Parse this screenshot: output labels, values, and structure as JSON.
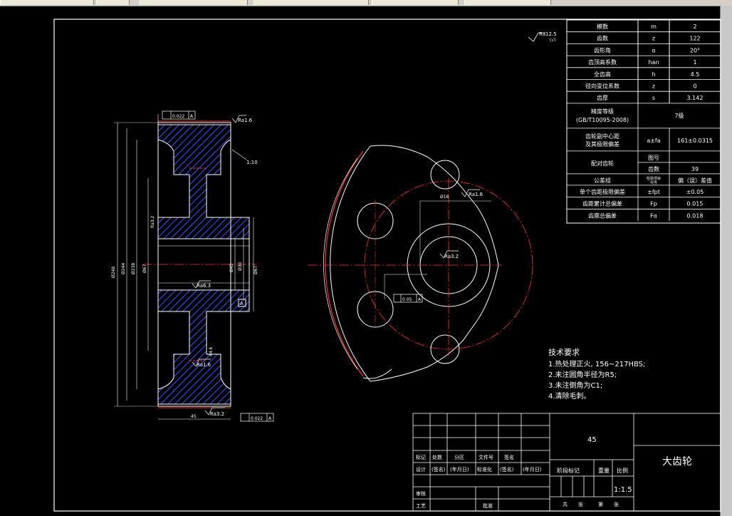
{
  "params": [
    {
      "name": "模数",
      "sym": "m",
      "val": "2"
    },
    {
      "name": "齿数",
      "sym": "z",
      "val": "122"
    },
    {
      "name": "齿形角",
      "sym": "α",
      "val": "20°"
    },
    {
      "name": "齿顶高系数",
      "sym": "han",
      "val": "1"
    },
    {
      "name": "全齿高",
      "sym": "h",
      "val": "4.5"
    },
    {
      "name": "径向变位系数",
      "sym": "z",
      "val": "0"
    },
    {
      "name": "齿厚",
      "sym": "s",
      "val": "3.142"
    }
  ],
  "accuracy": {
    "name": "精度等级",
    "std": "(GB/T10095-2008)",
    "val": "7级"
  },
  "center": {
    "name1": "齿轮副中心距",
    "name2": "及其极限偏差",
    "sym": "a±fa",
    "val": "161±0.0315"
  },
  "mating": {
    "name": "配对齿轮",
    "sub1": "图号",
    "sub2": "齿数",
    "val2": "39"
  },
  "tolerance": {
    "name": "公差组",
    "c2": "检验项目",
    "c3": "代号",
    "c4": "偏（误）差值"
  },
  "tol_rows": [
    {
      "name": "单个齿距极限偏差",
      "sym": "±fpt",
      "val": "±0.05"
    },
    {
      "name": "齿距累计总偏差",
      "sym": "Fp",
      "val": "0.015"
    },
    {
      "name": "齿廓总偏差",
      "sym": "Fα",
      "val": "0.018"
    }
  ],
  "tech": {
    "title": "技术要求",
    "items": [
      "1.热处理正火, 156~217HBS;",
      "2.未注圆角半径为R5;",
      "3.未注倒角为C1;",
      "4.清除毛刺。"
    ]
  },
  "titleblock": {
    "material": "45",
    "name": "大齿轮",
    "scale": "1:1.5",
    "row1": [
      "标记",
      "处数",
      "分区",
      "文件号",
      "签名"
    ],
    "row2": [
      "设计",
      "(签名)",
      "(年月日)",
      "标准化",
      "(签名)",
      "(年月日)"
    ],
    "stage": "阶段标记",
    "weight": "重量",
    "ratio": "比例",
    "check": "审核",
    "process": "工艺",
    "approve": "批准",
    "sheets": [
      "共",
      "张",
      "第",
      "张"
    ]
  },
  "annotations": {
    "ra_corner": "Ra12.5",
    "ra_corner_sub": "(√)",
    "ra16a": "Ra1.6",
    "ra16b": "Ra1.6",
    "ra16c": "Ra1.6",
    "ra32a": "Ra3.2",
    "ra32b": "Ra3.2",
    "ra32c": "Ra3.2",
    "ra63": "Ra6.3",
    "runout1": "0.022",
    "runout2": "0.022",
    "datum": "A",
    "datum2": "A",
    "flat": "0.05",
    "flatd": "A",
    "taper": "1:10",
    "d1": "Ø248",
    "d2": "Ø244",
    "d3": "Ø238",
    "d4": "Ø67",
    "d5": "Ø45",
    "d6": "Ø30",
    "w1": "45",
    "key": "44.6",
    "r1": "Ø16"
  }
}
